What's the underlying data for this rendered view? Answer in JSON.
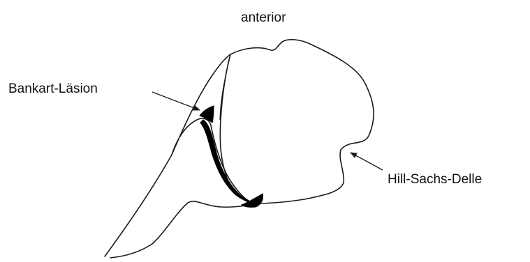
{
  "diagram": {
    "labels": {
      "anterior": "anterior",
      "bankart": "Bankart-Läsion",
      "hill_sachs": "Hill-Sachs-Delle"
    },
    "colors": {
      "line": "#1a1a1a",
      "fill_lesion": "#000000",
      "background": "#ffffff"
    }
  }
}
